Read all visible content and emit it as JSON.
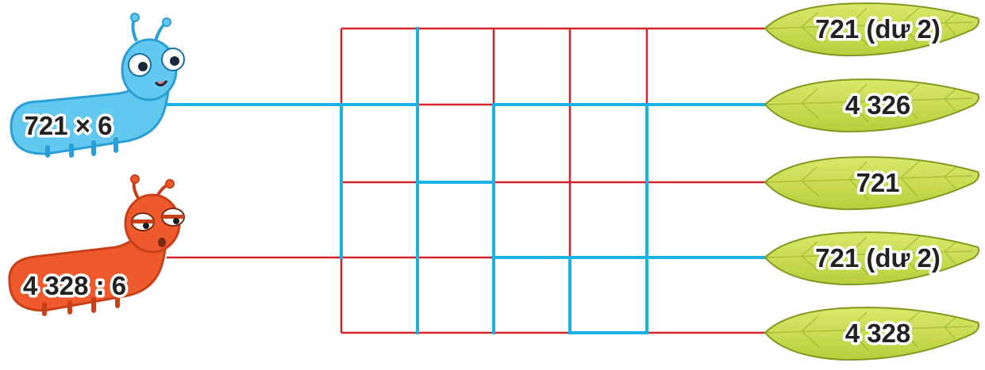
{
  "colors": {
    "grid_red": "#d2232a",
    "path_blue": "#1cb1e4",
    "blue_worm": "#62c8ef",
    "blue_worm_dark": "#2a9fd6",
    "orange_worm": "#ee5a2c",
    "orange_worm_dark": "#c8401a",
    "leaf": "#c8dc4f",
    "leaf_vein": "#8fa72a",
    "text": "#222222"
  },
  "worms": [
    {
      "name": "blue-caterpillar",
      "label": "721 × 6",
      "color": "blue"
    },
    {
      "name": "orange-caterpillar",
      "label": "4 328 : 6",
      "color": "orange"
    }
  ],
  "leaves": [
    {
      "label": "721 (dư 2)"
    },
    {
      "label": "4 326"
    },
    {
      "label": "721"
    },
    {
      "label": "721 (dư 2)"
    },
    {
      "label": "4 328"
    }
  ]
}
